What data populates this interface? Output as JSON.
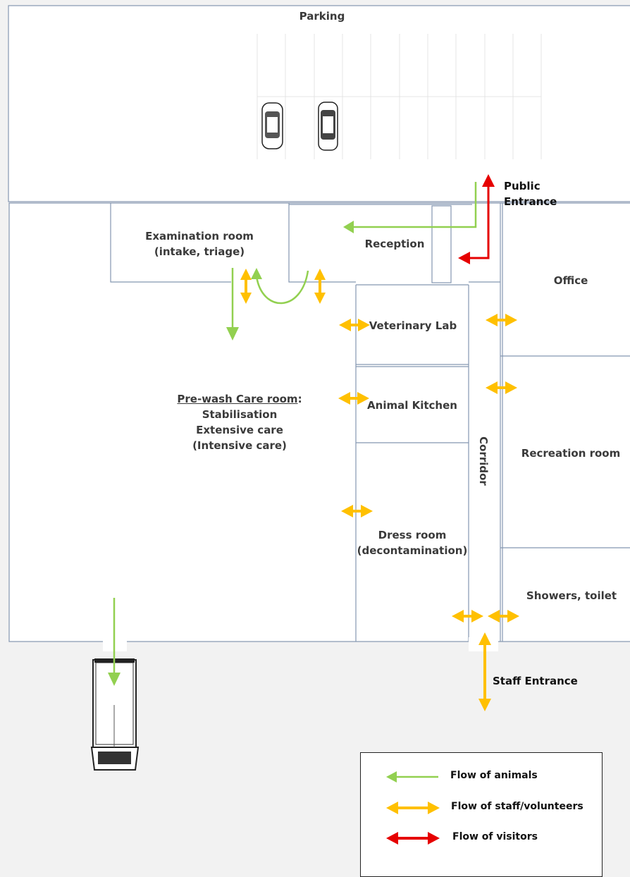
{
  "colors": {
    "animals": "#92d050",
    "staff": "#ffc000",
    "visitors": "#e60000",
    "walls": "#8496b0"
  },
  "labels": {
    "parking": "Parking",
    "public_entrance": "Public Entrance",
    "exam_line1": "Examination room",
    "exam_line2": "(intake, triage)",
    "reception": "Reception",
    "office": "Office",
    "vet_lab": "Veterinary Lab",
    "animal_kitchen": "Animal Kitchen",
    "prewash_title": "Pre-wash Care room",
    "prewash_colon": ":",
    "prewash_line2": "Stabilisation",
    "prewash_line3": "Extensive care",
    "prewash_line4": "(Intensive care)",
    "corridor": "Corridor",
    "recreation": "Recreation room",
    "dress_line1": "Dress room",
    "dress_line2": "(decontamination)",
    "showers": "Showers, toilet",
    "staff_entrance": "Staff Entrance"
  },
  "legend": {
    "animals": "Flow of animals",
    "staff": "Flow of staff/volunteers",
    "visitors": "Flow of visitors"
  },
  "icons": [
    "car-icon",
    "car-icon",
    "van-icon"
  ]
}
